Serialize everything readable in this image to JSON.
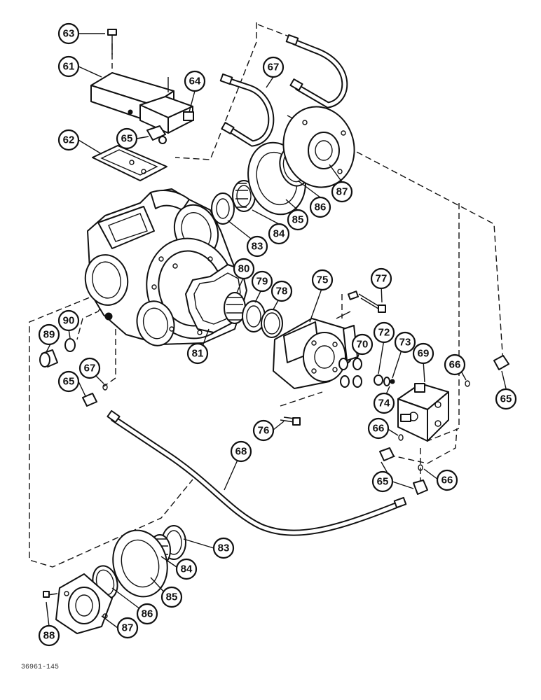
{
  "figure_code": "36961-145",
  "callouts": [
    {
      "id": "c63",
      "label": "63"
    },
    {
      "id": "c61",
      "label": "61"
    },
    {
      "id": "c64",
      "label": "64"
    },
    {
      "id": "c65a",
      "label": "65"
    },
    {
      "id": "c62",
      "label": "62"
    },
    {
      "id": "c67a",
      "label": "67"
    },
    {
      "id": "c86a",
      "label": "86"
    },
    {
      "id": "c87a",
      "label": "87"
    },
    {
      "id": "c85a",
      "label": "85"
    },
    {
      "id": "c84a",
      "label": "84"
    },
    {
      "id": "c83a",
      "label": "83"
    },
    {
      "id": "c80",
      "label": "80"
    },
    {
      "id": "c79",
      "label": "79"
    },
    {
      "id": "c78",
      "label": "78"
    },
    {
      "id": "c75",
      "label": "75"
    },
    {
      "id": "c77",
      "label": "77"
    },
    {
      "id": "c81",
      "label": "81"
    },
    {
      "id": "c90",
      "label": "90"
    },
    {
      "id": "c89",
      "label": "89"
    },
    {
      "id": "c67b",
      "label": "67"
    },
    {
      "id": "c65b",
      "label": "65"
    },
    {
      "id": "c70",
      "label": "70"
    },
    {
      "id": "c72",
      "label": "72"
    },
    {
      "id": "c73",
      "label": "73"
    },
    {
      "id": "c74",
      "label": "74"
    },
    {
      "id": "c69",
      "label": "69"
    },
    {
      "id": "c66a",
      "label": "66"
    },
    {
      "id": "c65c",
      "label": "65"
    },
    {
      "id": "c76",
      "label": "76"
    },
    {
      "id": "c66b",
      "label": "66"
    },
    {
      "id": "c68",
      "label": "68"
    },
    {
      "id": "c65d",
      "label": "65"
    },
    {
      "id": "c66c",
      "label": "66"
    },
    {
      "id": "c83b",
      "label": "83"
    },
    {
      "id": "c84b",
      "label": "84"
    },
    {
      "id": "c85b",
      "label": "85"
    },
    {
      "id": "c86b",
      "label": "86"
    },
    {
      "id": "c87b",
      "label": "87"
    },
    {
      "id": "c88",
      "label": "88"
    }
  ]
}
